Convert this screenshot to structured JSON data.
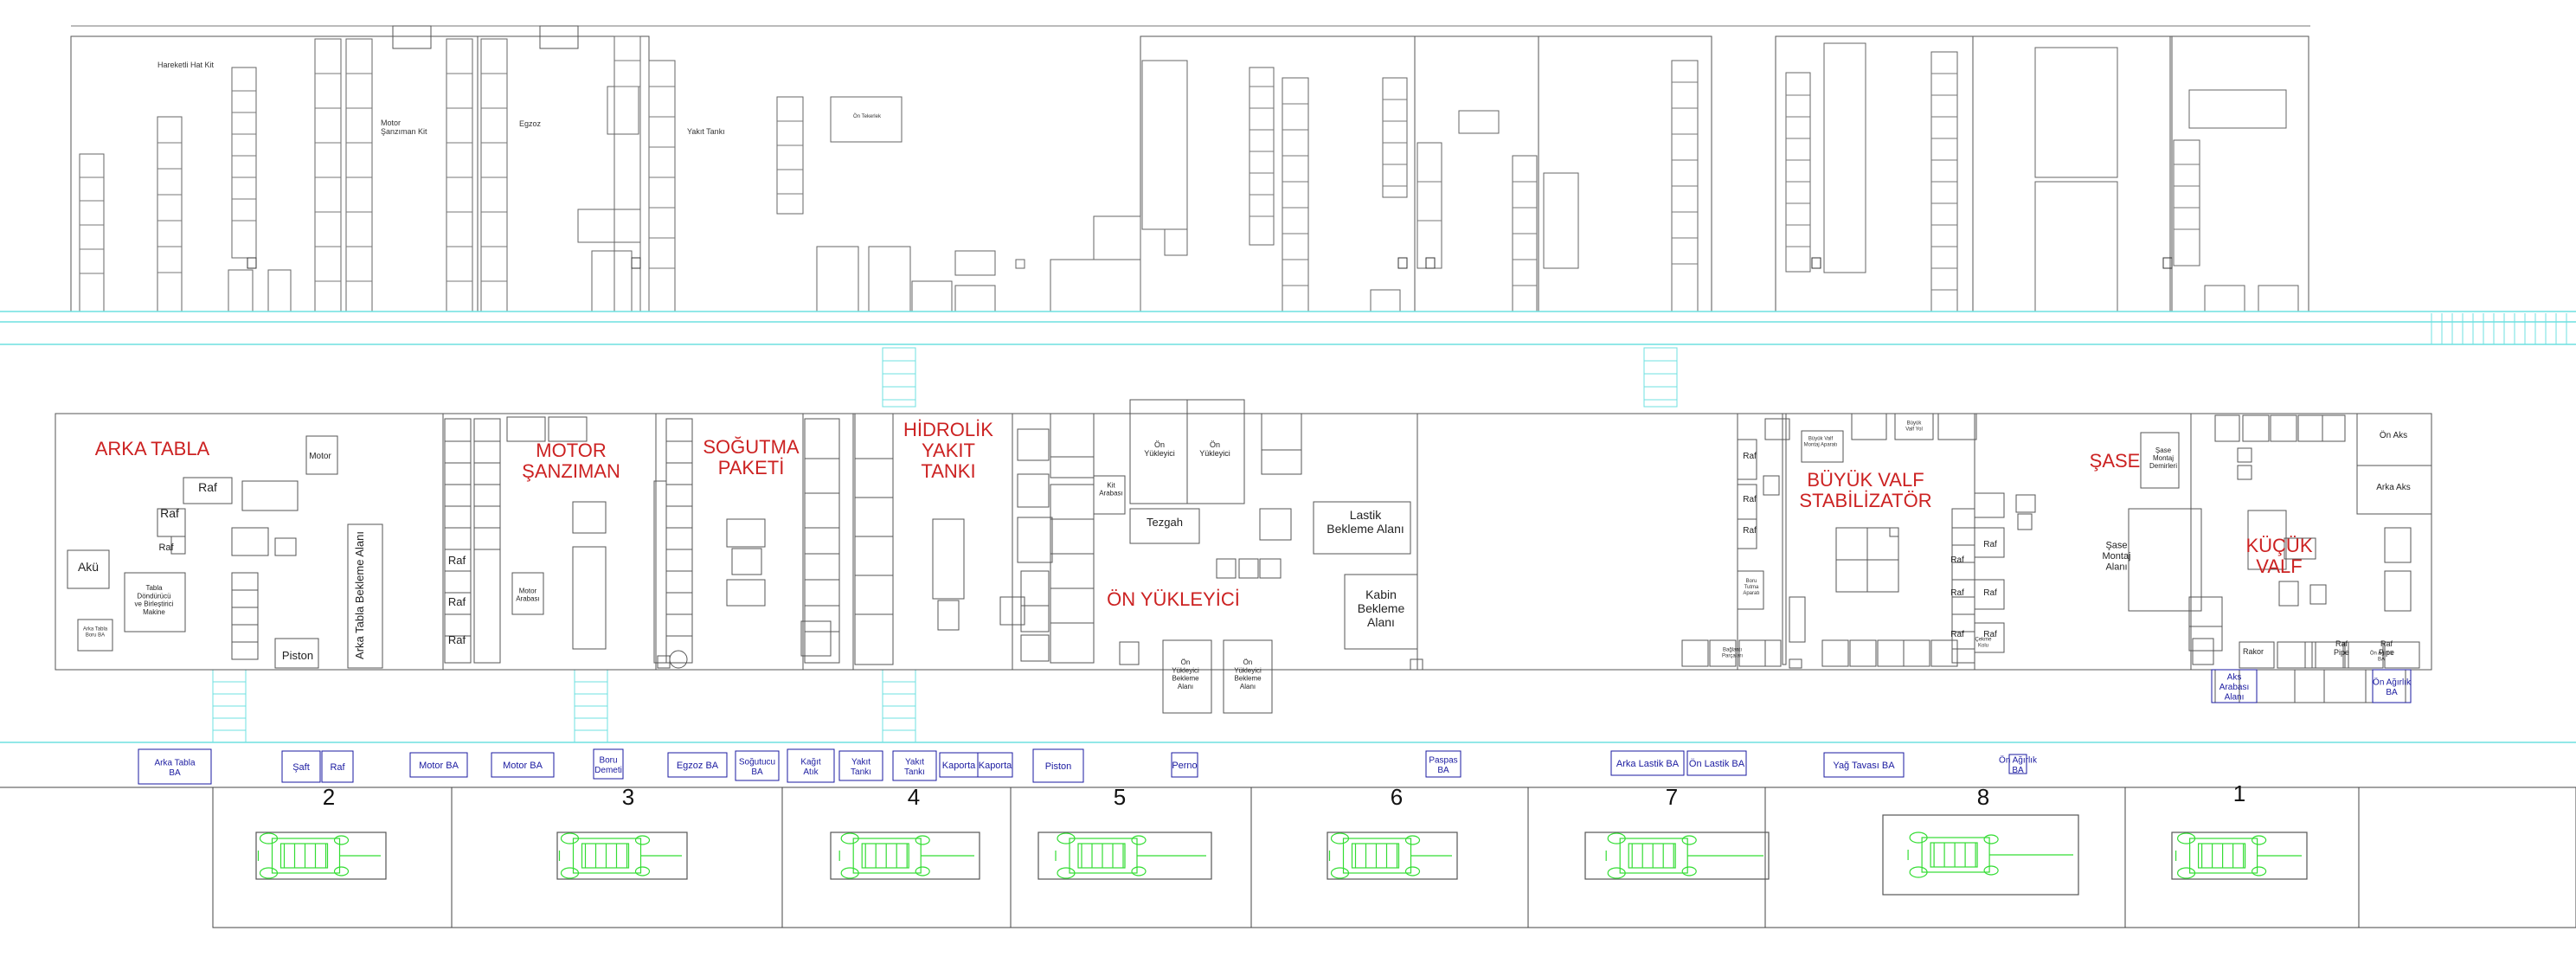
{
  "colors": {
    "line": "#555555",
    "zone": "#cc2222",
    "station": "#1a1aa0",
    "conveyor": "#6fe0e0",
    "tractor": "#33dd33",
    "background": "#ffffff"
  },
  "top_labels": [
    "Hareketli Hat Kit",
    "Motor\nŞanzıman Kit",
    "Egzoz",
    "Yakıt Tankı",
    "Ön Tekerlek"
  ],
  "zone_titles": [
    "ARKA TABLA",
    "MOTOR\nŞANZIMAN",
    "SOĞUTMA\nPAKETİ",
    "HİDROLİK\nYAKIT\nTANKI",
    "ÖN YÜKLEYİCİ",
    "BÜYÜK VALF\nSTABİLİZATÖR",
    "ŞASE",
    "KÜÇÜK\nVALF"
  ],
  "area_labels": [
    "Raf",
    "Raf",
    "Raf",
    "Motor",
    "Akü",
    "Tabla\nDöndürücü\nve Birleştirici\nMakine",
    "Piston",
    "Arka Tabla Bekleme Alanı",
    "Raf",
    "Raf",
    "Raf",
    "Motor\nArabası",
    "Kit\nArabası",
    "Ön\nYükleyici",
    "Ön\nYükleyici",
    "Tezgah",
    "Lastik\nBekleme Alanı",
    "Kabin\nBekleme\nAlanı",
    "Ön\nYükleyici\nBekleme\nAlanı",
    "Ön\nYükleyici\nBekleme\nAlanı",
    "Raf",
    "Raf",
    "Raf",
    "Raf",
    "Raf",
    "Raf",
    "Raf",
    "Raf",
    "Raf",
    "Şase\nMontaj\nAlanı",
    "Şase\nMontaj\nDemirleri",
    "Ön Aks",
    "Arka Aks",
    "Raf\nPipe",
    "Raf\nPipe",
    "Rakor"
  ],
  "small_labels": [
    "Arka Tabla\nBoru BA",
    "Bağlantı\nParçaları",
    "Boru\nTutma\nAparatı",
    "Büyük Valf\nMontaj Aparatı",
    "Büyük\nValf Yol",
    "Çekme\nKolu",
    "Ön Ağırlık\nBA"
  ],
  "stations": [
    "Arka Tabla\nBA",
    "Şaft",
    "Raf",
    "Motor BA",
    "Motor BA",
    "Boru\nDemeti",
    "Egzoz BA",
    "Soğutucu\nBA",
    "Kağıt\nAtık",
    "Yakıt\nTankı",
    "Yakıt\nTankı",
    "Kaporta",
    "Kaporta",
    "Piston",
    "Perno",
    "Paspas\nBA",
    "Arka Lastik BA",
    "Ön Lastik BA",
    "Yağ Tavası BA",
    "Ön Ağırlık\nBA",
    "Ön Ağırlık\nBA",
    "Aks\nArabası\nAlanı"
  ],
  "line_numbers": [
    "2",
    "3",
    "4",
    "5",
    "6",
    "7",
    "8",
    "1"
  ]
}
